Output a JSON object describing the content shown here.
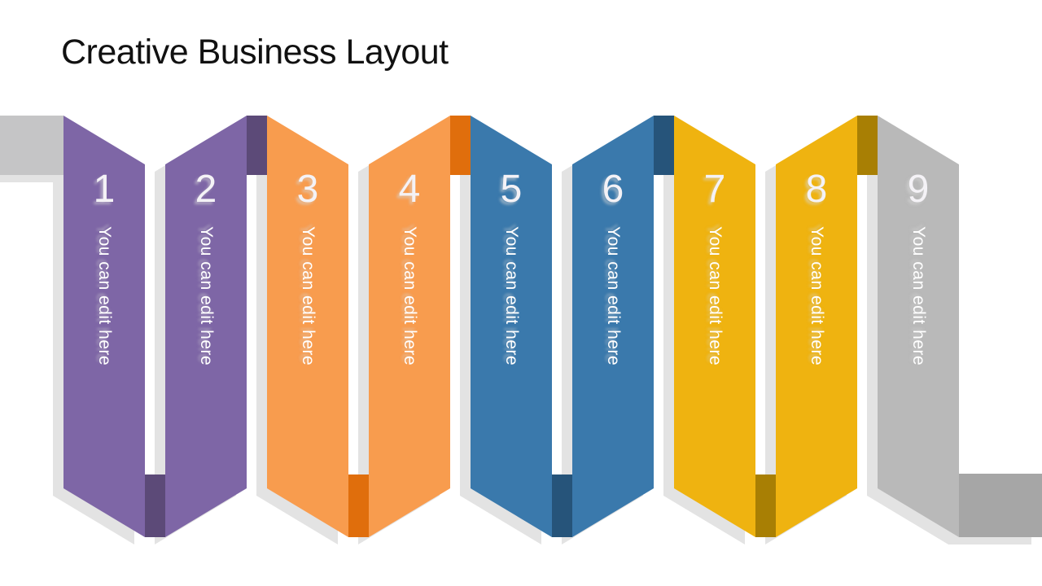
{
  "slide": {
    "title": "Creative Business Layout",
    "background_color": "#FFFFFF"
  },
  "diagram": {
    "type": "zigzag-folded-ribbon",
    "shadow_color": "#E3E3E3",
    "start_tab": {
      "name": "ribbon-start-tab",
      "color": "#C5C5C6"
    },
    "end_tab": {
      "name": "ribbon-end-tab",
      "color": "#A6A6A6"
    },
    "text_color": "#FFFFFF",
    "steps": [
      {
        "number": "1",
        "label": "You can edit here",
        "color": "#7E66A6",
        "fold_color": "#5C4A78",
        "direction": "down"
      },
      {
        "number": "2",
        "label": "You can edit here",
        "color": "#7E66A6",
        "fold_color": "#5C4A78",
        "direction": "up"
      },
      {
        "number": "3",
        "label": "You can edit here",
        "color": "#F89C4E",
        "fold_color": "#E06E0C",
        "direction": "down"
      },
      {
        "number": "4",
        "label": "You can edit here",
        "color": "#F89C4E",
        "fold_color": "#E06E0C",
        "direction": "up"
      },
      {
        "number": "5",
        "label": "You can edit here",
        "color": "#3A79AC",
        "fold_color": "#26547A",
        "direction": "down"
      },
      {
        "number": "6",
        "label": "You can edit here",
        "color": "#3A79AC",
        "fold_color": "#26547A",
        "direction": "up"
      },
      {
        "number": "7",
        "label": "You can edit here",
        "color": "#EFB310",
        "fold_color": "#A87F04",
        "direction": "down"
      },
      {
        "number": "8",
        "label": "You can edit here",
        "color": "#EFB310",
        "fold_color": "#A87F04",
        "direction": "up"
      },
      {
        "number": "9",
        "label": "You can edit here",
        "color": "#B9B9B9",
        "fold_color": null,
        "direction": "down"
      }
    ]
  }
}
